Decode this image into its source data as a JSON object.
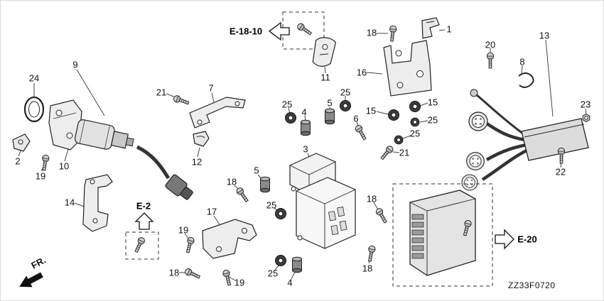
{
  "diagram": {
    "code": "ZZ33F0720",
    "fr_label": "FR.",
    "refs": {
      "e18_10": "E-18-10",
      "e2": "E-2",
      "e20": "E-20"
    },
    "line_color": "#222222",
    "labels": [
      "24",
      "9",
      "2",
      "19",
      "10",
      "14",
      "21",
      "7",
      "12",
      "17",
      "19",
      "18",
      "19",
      "5",
      "18",
      "25",
      "25",
      "4",
      "5",
      "25",
      "6",
      "3",
      "25",
      "4",
      "11",
      "18",
      "1",
      "16",
      "15",
      "15",
      "25",
      "25",
      "21",
      "20",
      "8",
      "13",
      "23",
      "22",
      "18",
      "18"
    ]
  }
}
